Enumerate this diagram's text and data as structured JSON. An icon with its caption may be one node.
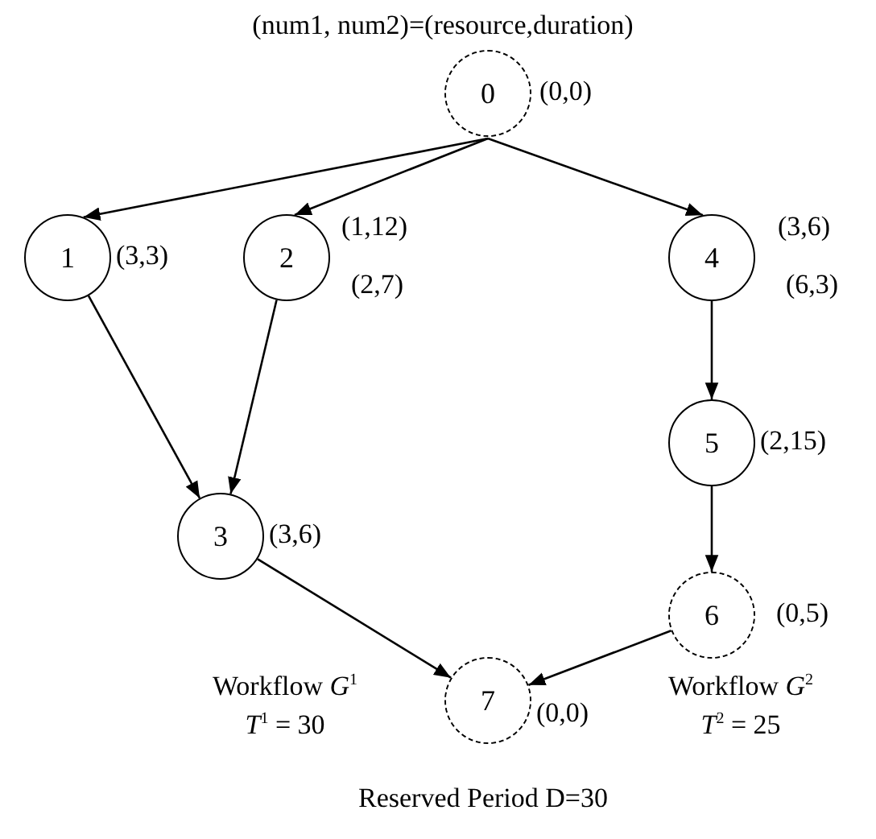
{
  "diagram": {
    "title": "(num1, num2)=(resource,duration)",
    "nodes": [
      {
        "text": [
          "0"
        ],
        "beside": [
          "(0,0)"
        ]
      },
      {
        "text": [
          "1"
        ],
        "beside": [
          "(3,3)"
        ]
      },
      {
        "text": [
          "2"
        ],
        "beside": [
          "(1,12)",
          "(2,7)"
        ]
      },
      {
        "text": [
          "3"
        ],
        "beside": [
          "(3,6)"
        ]
      },
      {
        "text": [
          "4"
        ],
        "beside": [
          "(3,6)",
          "(6,3)"
        ]
      },
      {
        "text": [
          "5"
        ],
        "beside": [
          "(2,15)"
        ]
      },
      {
        "text": [
          "6"
        ],
        "beside": [
          "(0,5)"
        ]
      },
      {
        "text": [
          "7"
        ],
        "beside": [
          "(0,0)"
        ]
      }
    ],
    "edges": [
      {
        "from": 0,
        "to": 1,
        "arrow": "to"
      },
      {
        "from": 0,
        "to": 2,
        "arrow": "to"
      },
      {
        "from": 0,
        "to": 4,
        "arrow": "to"
      },
      {
        "from": 1,
        "to": 3,
        "arrow": "to"
      },
      {
        "from": 2,
        "to": 3,
        "arrow": "to"
      },
      {
        "from": 4,
        "to": 5,
        "arrow": "to"
      },
      {
        "from": 5,
        "to": 6,
        "arrow": "to"
      },
      {
        "from": 3,
        "to": 7,
        "arrow": "to"
      },
      {
        "from": 6,
        "to": 7,
        "arrow": "to"
      }
    ],
    "labels": [
      "Workflow *G*$^{1}$",
      "*T*$^{1}$ = 30",
      "Workflow *G*$^{2}$",
      "*T*$^{2}$ = 25",
      "Reserved Period D=30"
    ]
  }
}
